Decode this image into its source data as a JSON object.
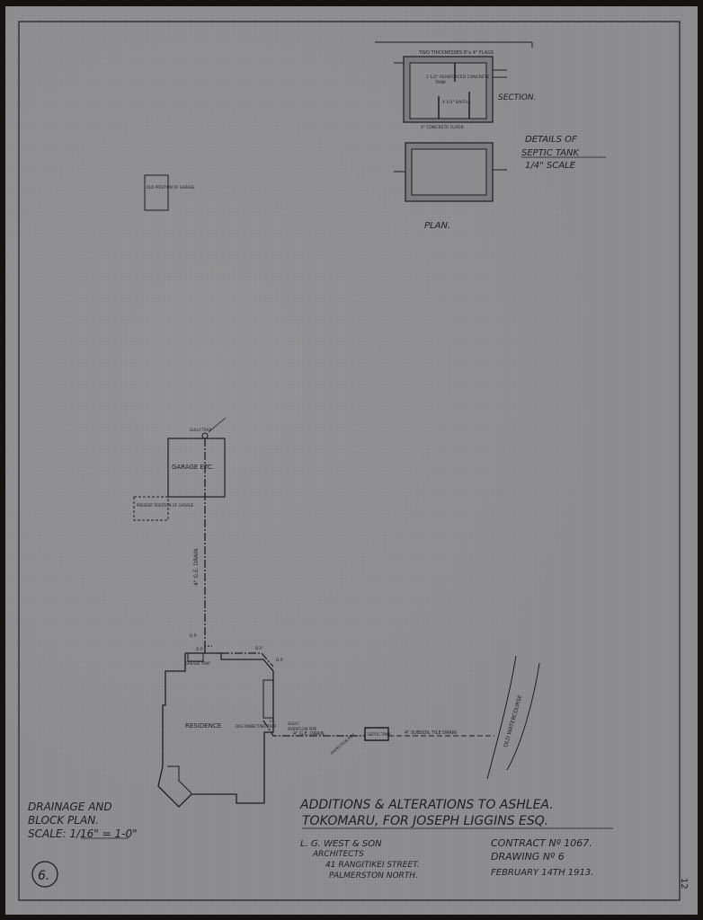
{
  "title_block": {
    "title_line1": "ADDITIONS & ALTERATIONS TO ASHLEA.",
    "title_line2": "TOKOMARU, FOR JOSEPH LIGGINS ESQ.",
    "architect": "L. G. WEST & SON",
    "architect_role": "ARCHITECTS",
    "address": "41 RANGITIKEI STREET.",
    "city": "PALMERSTON NORTH.",
    "contract": "CONTRACT Nº 1067.",
    "drawing": "DRAWING Nº 6",
    "date": "FEBRUARY 14TH 1913."
  },
  "plan_label": {
    "line1": "DRAINAGE AND",
    "line2": "BLOCK PLAN.",
    "scale": "SCALE: 1/16\" = 1-0\""
  },
  "sheet_number": "6.",
  "margin_number": "12",
  "septic_tank": {
    "heading_line1": "DETAILS OF",
    "heading_line2": "SEPTIC TANK",
    "heading_scale": "1/4\" SCALE",
    "section_label": "SECTION.",
    "plan_label": "PLAN.",
    "top_note": "TWO THICKNESSES 8\"x 4\" FLAGS",
    "baffle_note": "2 1/2\" REINFORCED CONCRETE",
    "baffle_note2": "TANK",
    "wall_note": "4\" CONCRETE FLOOR",
    "inner_note": "4 1/2\" BAFFLE"
  },
  "site": {
    "garage": "GARAGE ETC.",
    "garage_top": "GULLY TRAP",
    "old_position": "OLD POSITION OF GARAGE",
    "present_position": "PRESENT POSITION OF GARAGE",
    "residence": "RESIDENCE",
    "septic_box": "SEPTIC TANK",
    "drain_vertical": "4\" G.E. DRAIN",
    "drain_horizontal": "4\" G.E. DRAIN",
    "drain_subsoil": "4\" SUBSOIL TILE DRAIN",
    "watercourse": "OLD WATERCOURSE",
    "grease_trap": "GREASE TRAP",
    "inspection": "INSPECTION PIPE",
    "dp1": "D.P.",
    "dp2": "D.P.",
    "dp3": "D.P.",
    "dp4": "D.P.",
    "ic": "I.C.",
    "gully_note": "GULLY",
    "overflow": "OVERFLOW PIPE",
    "disconnecting": "DISCONNECTING TRAP"
  }
}
